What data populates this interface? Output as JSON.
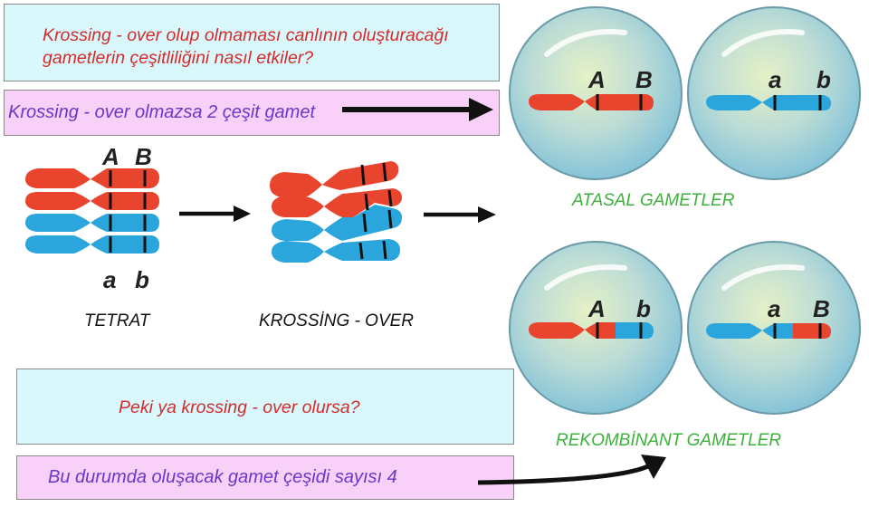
{
  "question_box": {
    "text": "Krossing - over olup olmaması canlının oluşturacağı gametlerin çeşitliliğini nasıl etkiler?"
  },
  "answer_box_1": {
    "text": "Krossing - over olmazsa 2 çeşit gamet"
  },
  "question_box_2": {
    "text": "Peki ya krossing - over olursa?"
  },
  "answer_box_2": {
    "text": "Bu durumda oluşacak gamet çeşidi sayısı 4"
  },
  "labels": {
    "tetrat": "TETRAT",
    "crossing_over": "KROSSİNG - OVER",
    "parental": "ATASAL GAMETLER",
    "recombinant": "REKOMBİNANT GAMETLER"
  },
  "alleles": {
    "tetrad_top": [
      "A",
      "B"
    ],
    "tetrad_bottom": [
      "a",
      "b"
    ],
    "gamete_1": [
      "A",
      "B"
    ],
    "gamete_2": [
      "a",
      "b"
    ],
    "gamete_3": [
      "A",
      "b"
    ],
    "gamete_4": [
      "a",
      "B"
    ]
  },
  "colors": {
    "red_chromosome": "#e8442e",
    "blue_chromosome": "#2aa6dc",
    "question_text": "#d42c2c",
    "answer_text": "#6a38c8",
    "gamete_label": "#3cb13c",
    "cyan_box": "#d9f8fb",
    "pink_box": "#f9d0f8"
  }
}
